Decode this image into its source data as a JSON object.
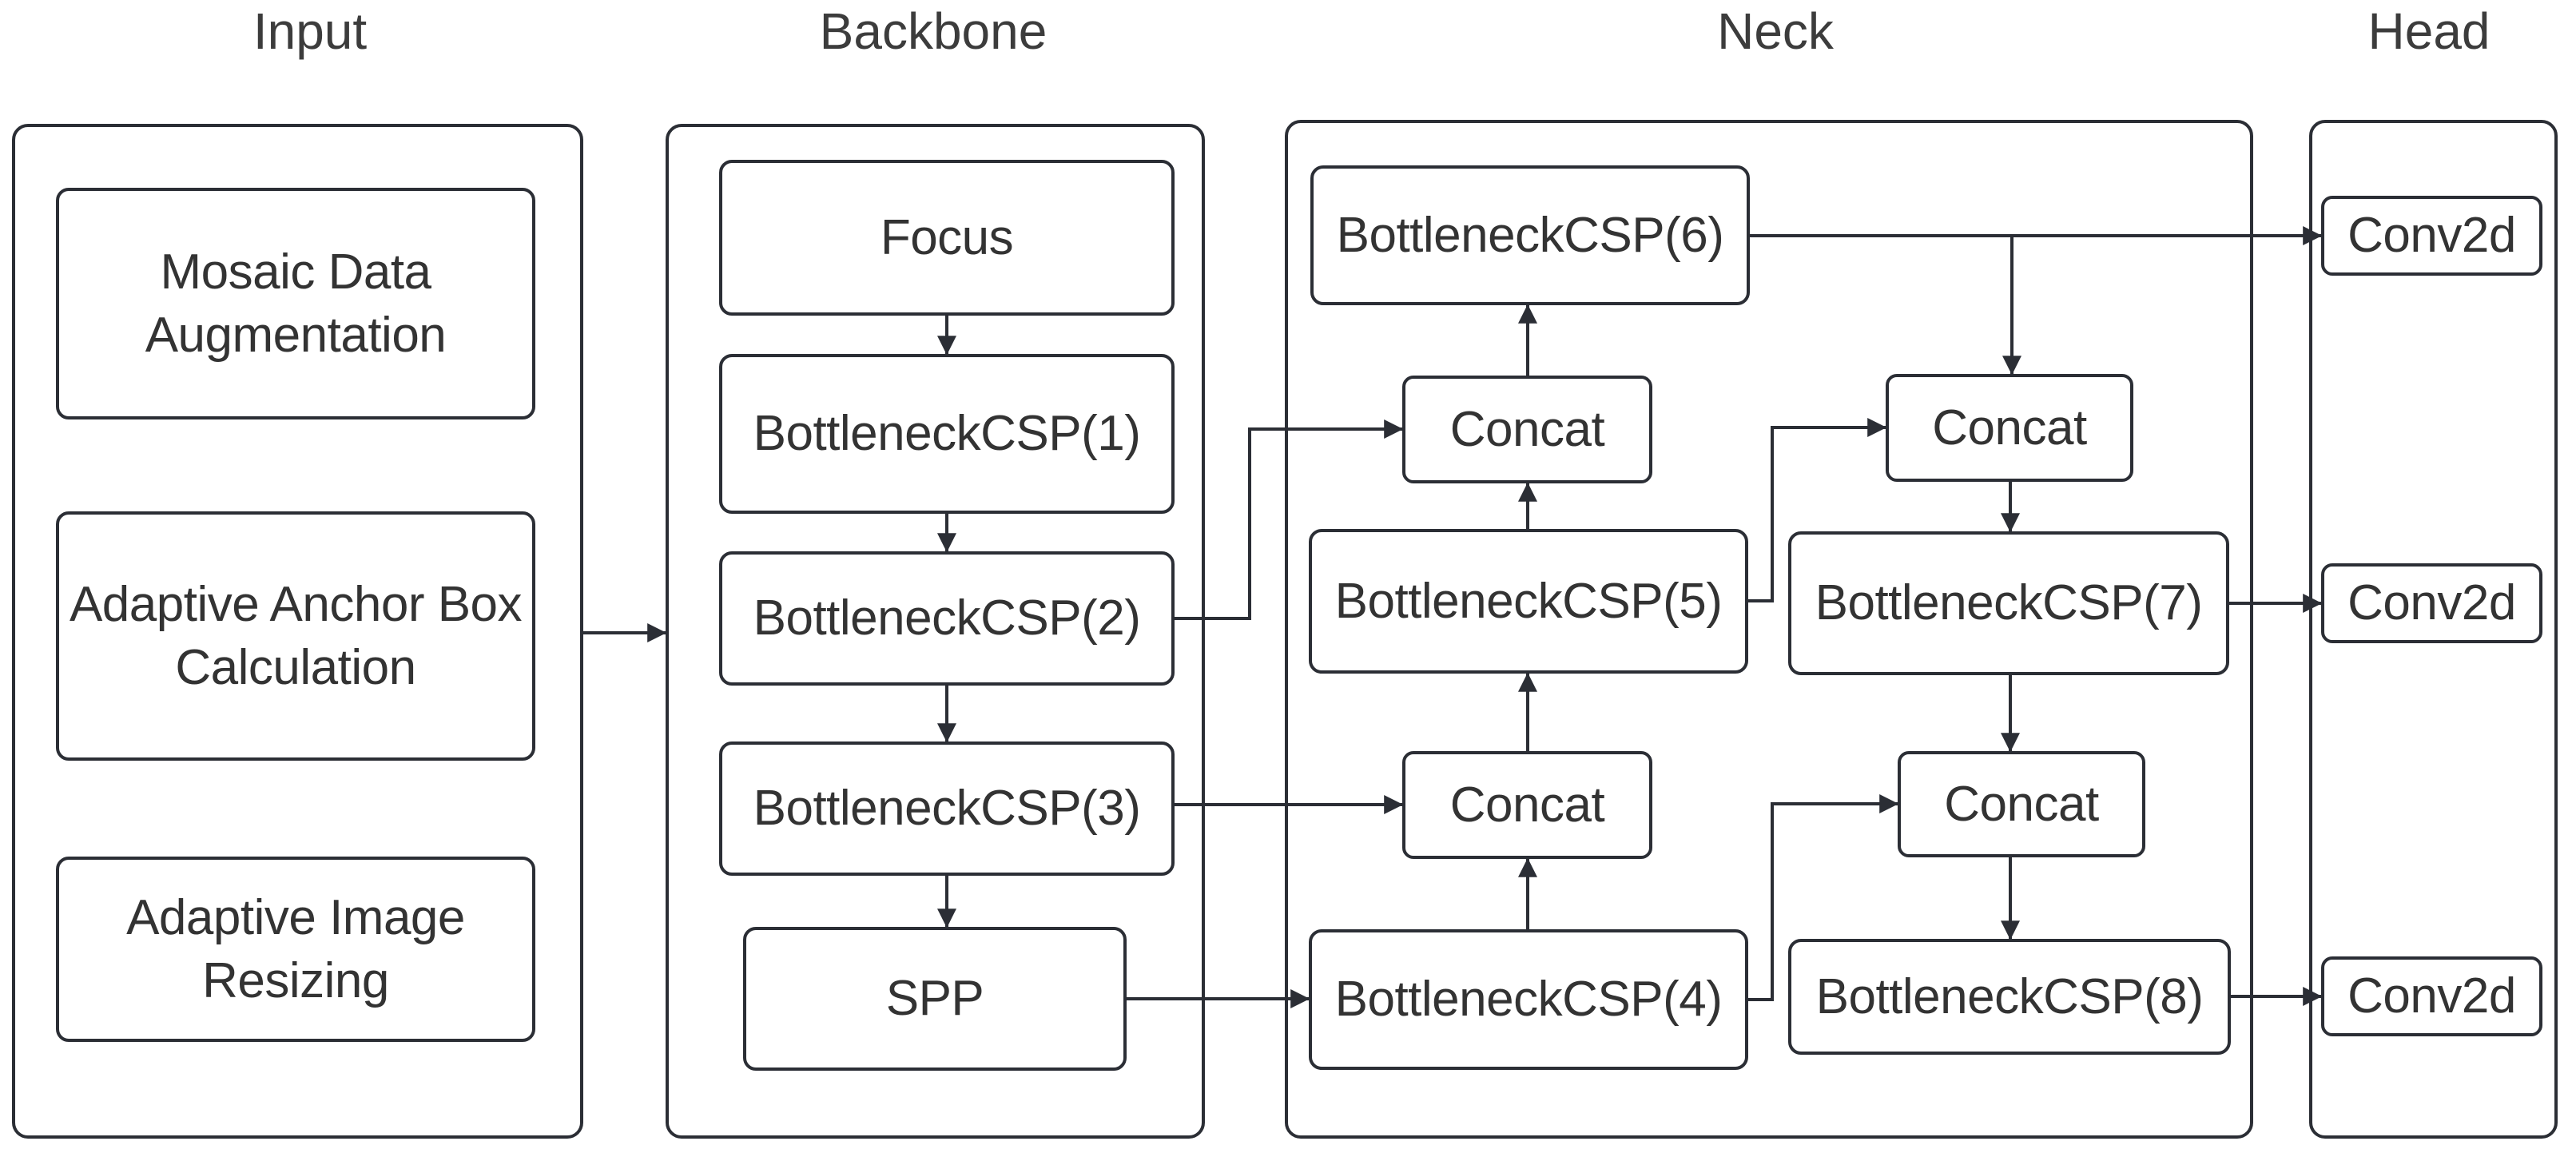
{
  "headers": {
    "input": "Input",
    "backbone": "Backbone",
    "neck": "Neck",
    "head": "Head"
  },
  "nodes": {
    "mosaic": "Mosaic Data Augmentation",
    "anchor": "Adaptive Anchor Box Calculation",
    "resize": "Adaptive Image Resizing",
    "focus": "Focus",
    "bcsp1": "BottleneckCSP(1)",
    "bcsp2": "BottleneckCSP(2)",
    "bcsp3": "BottleneckCSP(3)",
    "spp": "SPP",
    "bcsp4": "BottleneckCSP(4)",
    "bcsp5": "BottleneckCSP(5)",
    "bcsp6": "BottleneckCSP(6)",
    "bcsp7": "BottleneckCSP(7)",
    "bcsp8": "BottleneckCSP(8)",
    "concat1": "Concat",
    "concat2": "Concat",
    "concat3": "Concat",
    "concat4": "Concat",
    "conv2d_1": "Conv2d",
    "conv2d_2": "Conv2d",
    "conv2d_3": "Conv2d"
  },
  "edges": [
    {
      "from": "input-container",
      "to": "backbone-container"
    },
    {
      "from": "focus",
      "to": "bcsp1"
    },
    {
      "from": "bcsp1",
      "to": "bcsp2"
    },
    {
      "from": "bcsp2",
      "to": "bcsp3"
    },
    {
      "from": "bcsp3",
      "to": "spp"
    },
    {
      "from": "bcsp2",
      "to": "concat1"
    },
    {
      "from": "bcsp3",
      "to": "concat2"
    },
    {
      "from": "spp",
      "to": "bcsp4"
    },
    {
      "from": "bcsp4",
      "to": "concat2"
    },
    {
      "from": "concat2",
      "to": "bcsp5"
    },
    {
      "from": "bcsp5",
      "to": "concat1"
    },
    {
      "from": "concat1",
      "to": "bcsp6"
    },
    {
      "from": "bcsp6",
      "to": "conv2d_1"
    },
    {
      "from": "bcsp6",
      "to": "concat3"
    },
    {
      "from": "bcsp5",
      "to": "concat3"
    },
    {
      "from": "concat3",
      "to": "bcsp7"
    },
    {
      "from": "bcsp7",
      "to": "conv2d_2"
    },
    {
      "from": "bcsp7",
      "to": "concat4"
    },
    {
      "from": "bcsp4",
      "to": "concat4"
    },
    {
      "from": "concat4",
      "to": "bcsp8"
    },
    {
      "from": "bcsp8",
      "to": "conv2d_3"
    }
  ]
}
